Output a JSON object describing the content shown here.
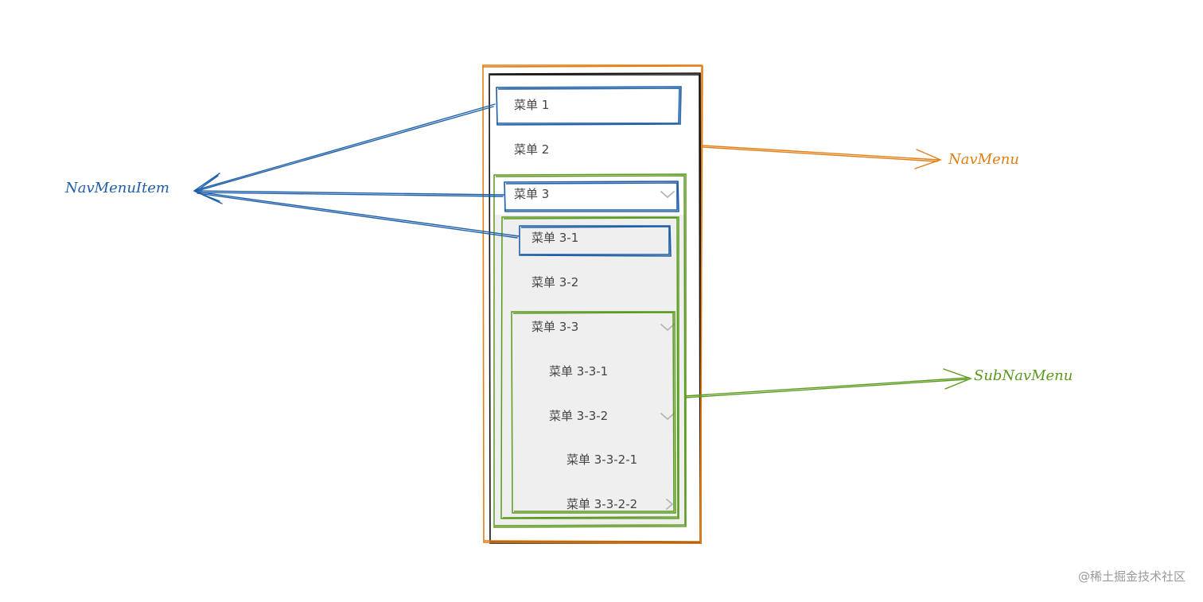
{
  "colors": {
    "navmenu": "#e27e14",
    "navmenuitem": "#1e5fa8",
    "subnavmenu": "#5a9a1e",
    "frame": "#111111",
    "submenu_bg": "#efefef",
    "text": "#444444"
  },
  "labels": {
    "navmenu": "NavMenu",
    "navmenuitem": "NavMenuItem",
    "subnavmenu": "SubNavMenu"
  },
  "menu": {
    "items": [
      {
        "label": "菜单 1",
        "level": 0,
        "arrow": "none",
        "highlight": true
      },
      {
        "label": "菜单 2",
        "level": 0,
        "arrow": "none",
        "highlight": false
      },
      {
        "label": "菜单 3",
        "level": 0,
        "arrow": "chevron-down-icon",
        "highlight": true
      },
      {
        "label": "菜单 3-1",
        "level": 1,
        "arrow": "none",
        "highlight": true
      },
      {
        "label": "菜单 3-2",
        "level": 1,
        "arrow": "none",
        "highlight": false
      },
      {
        "label": "菜单 3-3",
        "level": 1,
        "arrow": "chevron-down-icon",
        "highlight": false
      },
      {
        "label": "菜单 3-3-1",
        "level": 2,
        "arrow": "none",
        "highlight": false
      },
      {
        "label": "菜单 3-3-2",
        "level": 2,
        "arrow": "chevron-down-icon",
        "highlight": false
      },
      {
        "label": "菜单 3-3-2-1",
        "level": 3,
        "arrow": "none",
        "highlight": false
      },
      {
        "label": "菜单 3-3-2-2",
        "level": 3,
        "arrow": "chevron-right-icon",
        "highlight": false
      }
    ]
  },
  "watermark": "@稀土掘金技术社区"
}
